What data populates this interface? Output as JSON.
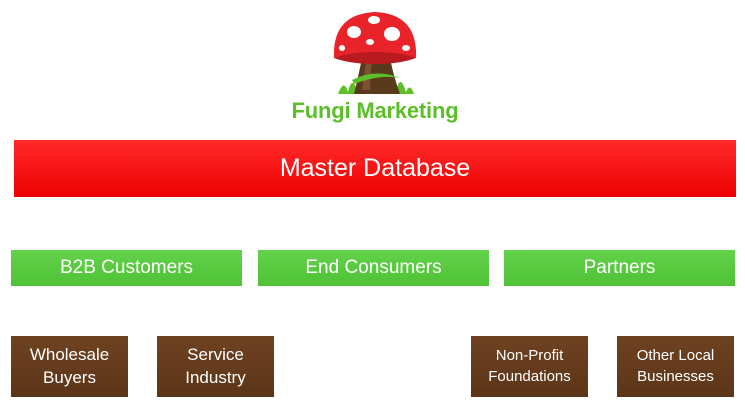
{
  "logo": {
    "icon": "mushroom-icon",
    "text": "Fungi Marketing",
    "colors": {
      "cap": "#e8232a",
      "stem": "#5a3a1c",
      "grass": "#5cbf2a",
      "text": "#5cbf2a"
    }
  },
  "master": {
    "label": "Master Database",
    "color": "#ff0000"
  },
  "segments": [
    {
      "label": "B2B Customers",
      "color": "#55c83b"
    },
    {
      "label": "End Consumers",
      "color": "#55c83b"
    },
    {
      "label": "Partners",
      "color": "#55c83b"
    }
  ],
  "subsegments": [
    {
      "label": "Wholesale Buyers",
      "color": "#643b1c"
    },
    {
      "label": "Service Industry",
      "color": "#643b1c"
    },
    {
      "label": "Non-Profit Foundations",
      "color": "#643b1c"
    },
    {
      "label": "Other Local Businesses",
      "color": "#643b1c"
    }
  ]
}
